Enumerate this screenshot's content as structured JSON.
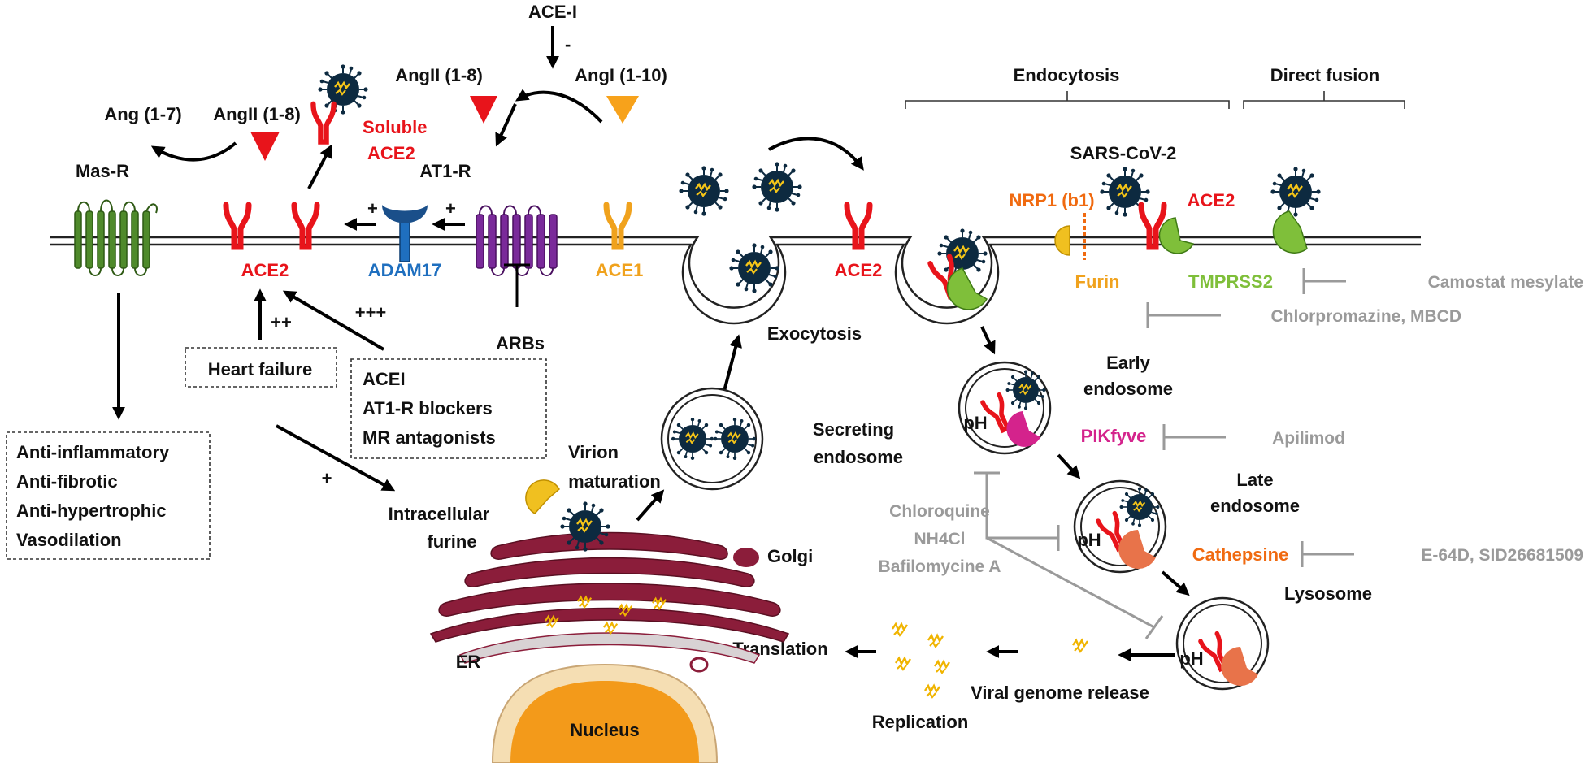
{
  "labels": {
    "ace_i": "ACE-I",
    "ace_i_minus": "-",
    "angii_top": "AngII (1-8)",
    "angi": "AngI (1-10)",
    "ang17": "Ang (1-7)",
    "angii_left": "AngII (1-8)",
    "soluble": "Soluble",
    "soluble_ace2": "ACE2",
    "mas_r": "Mas-R",
    "at1_r": "AT1-R",
    "endocytosis": "Endocytosis",
    "direct_fusion": "Direct fusion",
    "sars": "SARS-CoV-2",
    "nrp1": "NRP1 (b1)",
    "ace2_right": "ACE2",
    "ace2_left": "ACE2",
    "adam17": "ADAM17",
    "ace1": "ACE1",
    "ace2_mid": "ACE2",
    "furin": "Furin",
    "tmprss2": "TMPRSS2",
    "camostat": "Camostat mesylate",
    "chlorpromazine": "Chlorpromazine, MBCD",
    "plus1": "+",
    "plus2": "+",
    "plus_plus": "++",
    "plus_3": "+++",
    "arbs": "ARBs",
    "exocytosis": "Exocytosis",
    "early": "Early",
    "endosome_early": "endosome",
    "pikfyve": "PIKfyve",
    "apilimod": "Apilimod",
    "ph1": "pH",
    "ph2": "pH",
    "ph3": "pH",
    "late": "Late",
    "endosome_late": "endosome",
    "cathepsine": "Cathepsine",
    "e64d": "E-64D, SID26681509",
    "chloroquine": "Chloroquine",
    "nh4cl": "NH4Cl",
    "bafilomycine": "Bafilomycine A",
    "lysosome": "Lysosome",
    "heart_failure": "Heart failure",
    "acei": "ACEI",
    "at1r_blockers": "AT1-R blockers",
    "mr_antagonists": "MR antagonists",
    "anti_inflammatory": "Anti-inflammatory",
    "anti_fibrotic": "Anti-fibrotic",
    "anti_hypertrophic": "Anti-hypertrophic",
    "vasodilation": "Vasodilation",
    "plus_bottom": "+",
    "intracellular": "Intracellular",
    "furine": "furine",
    "virion": "Virion",
    "maturation": "maturation",
    "secreting": "Secreting",
    "endosome_sec": "endosome",
    "golgi": "Golgi",
    "er": "ER",
    "translation": "Translation",
    "replication": "Replication",
    "viral_release": "Viral genome release",
    "nucleus": "Nucleus"
  },
  "colors": {
    "ace2": "#e8141b",
    "ace1": "#f0a21d",
    "adam17": "#1f6fbf",
    "at1r": "#7a2a9a",
    "masr": "#4f7a2b",
    "tmprss2": "#7fbf3a",
    "furin": "#f0c020",
    "cathepsine": "#e8734a",
    "pikfyve": "#d4238c",
    "inhibitor": "#9a9a9a",
    "golgi": "#8b1d3a",
    "nucleus": "#f39a1a",
    "virus": "#0d2a40"
  }
}
